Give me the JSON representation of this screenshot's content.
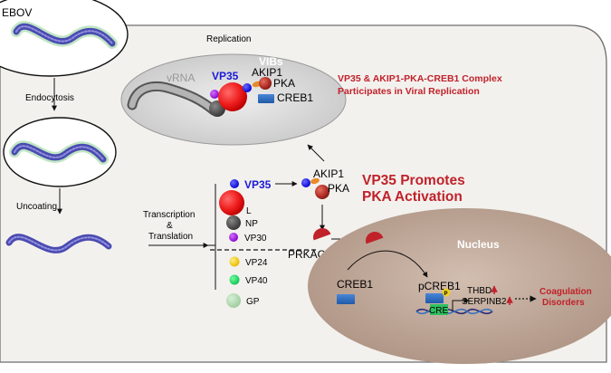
{
  "virus": {
    "label": "EBOV"
  },
  "entry": {
    "endocytosis": "Endocytosis",
    "uncoating": "Uncoating",
    "transcription": "Transcription",
    "ampersand": "&",
    "translation": "Translation"
  },
  "replication": {
    "title": "Replication",
    "vibs": "VIBs",
    "vrna": "vRNA",
    "vp35": "VP35",
    "akip1": "AKIP1",
    "pka": "PKA",
    "creb1": "CREB1",
    "caption_line1": "VP35 & AKIP1-PKA-CREB1 Complex",
    "caption_line2": "Participates in Viral Replication"
  },
  "proteins": {
    "vp35": "VP35",
    "l": "L",
    "np": "NP",
    "vp30": "VP30",
    "vp24": "VP24",
    "vp40": "VP40",
    "gp": "GP"
  },
  "activation": {
    "akip1": "AKIP1",
    "pka": "PKA",
    "headline_line1": "VP35 Promotes",
    "headline_line2": "PKA Activation",
    "prkaca": "PRKACA"
  },
  "nucleus": {
    "title": "Nucleus",
    "creb1": "CREB1",
    "pcreb1": "pCREB1",
    "phospho": "P",
    "cre": "CRE",
    "gene1": "THBD",
    "gene2": "SERPINB2",
    "outcome_line1": "Coagulation",
    "outcome_line2": "Disorders"
  },
  "colors": {
    "headline_red": "#c0222a",
    "vp35_blue": "#1a1ad8",
    "cell_fill": "#f3f1ee",
    "nucleus_fill": "#c3ad9f",
    "vib_fill": "#d6d6d6"
  }
}
